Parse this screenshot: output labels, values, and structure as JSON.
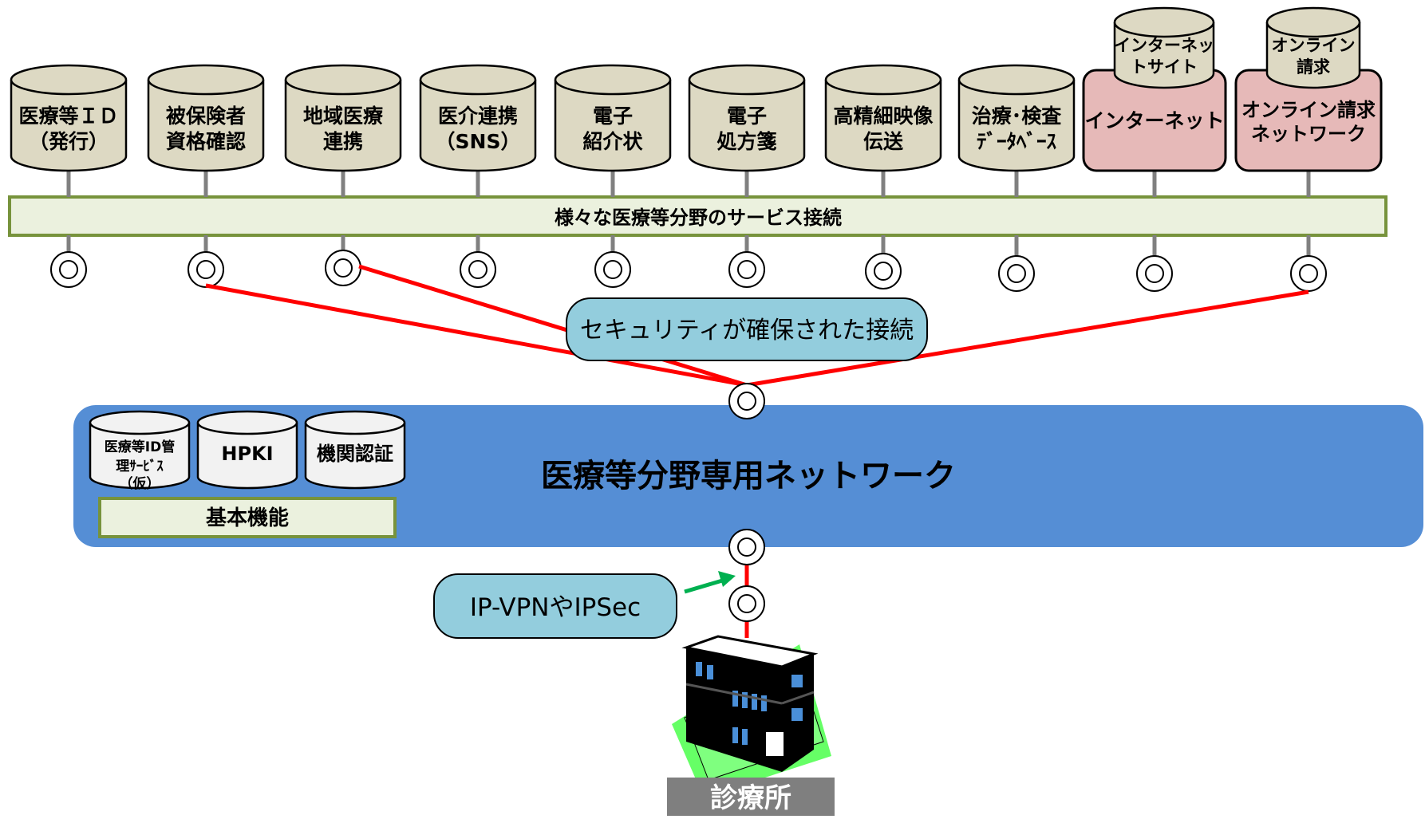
{
  "colors": {
    "cylinder_fill": "#ddd9c3",
    "cylinder_stroke": "#000000",
    "pink_box": "#e6b9b8",
    "bus_fill": "#ebf1de",
    "bus_border": "#77933c",
    "network_fill": "#558ed5",
    "callout_fill": "#93cddd",
    "red_line": "#ff0000",
    "green_arrow": "#00b050",
    "label_box": "#7f7f7f",
    "basic_cyl_fill": "#f2f2f2"
  },
  "services": [
    {
      "line1": "医療等ＩＤ",
      "line2": "（発行）"
    },
    {
      "line1": "被保険者",
      "line2": "資格確認"
    },
    {
      "line1": "地域医療",
      "line2": "連携"
    },
    {
      "line1": "医介連携",
      "line2": "（SNS）"
    },
    {
      "line1": "電子",
      "line2": "紹介状"
    },
    {
      "line1": "電子",
      "line2": "処方箋"
    },
    {
      "line1": "高精細映像",
      "line2": "伝送"
    },
    {
      "line1": "治療･検査",
      "line2": "ﾃﾞｰﾀﾍﾞｰｽ"
    }
  ],
  "internet": {
    "top_line1": "インターネッ",
    "top_line2": "トサイト",
    "box_label": "インターネット"
  },
  "online_claim": {
    "top_line1": "オンライン",
    "top_line2": "請求",
    "box_line1": "オンライン請求",
    "box_line2": "ネットワーク"
  },
  "bus_label": "様々な医療等分野のサービス接続",
  "security_callout": "セキュリティが確保された接続",
  "network": {
    "title": "医療等分野専用ネットワーク",
    "basic_functions_label": "基本機能",
    "basic_items": [
      {
        "line1": "医療等ID管",
        "line2": "理ｻｰﾋﾞｽ",
        "line3": "（仮）"
      },
      {
        "line1": "HPKI"
      },
      {
        "line1": "機関認証"
      }
    ]
  },
  "vpn_callout": "IP-VPNやIPSec",
  "clinic_label": "診療所"
}
